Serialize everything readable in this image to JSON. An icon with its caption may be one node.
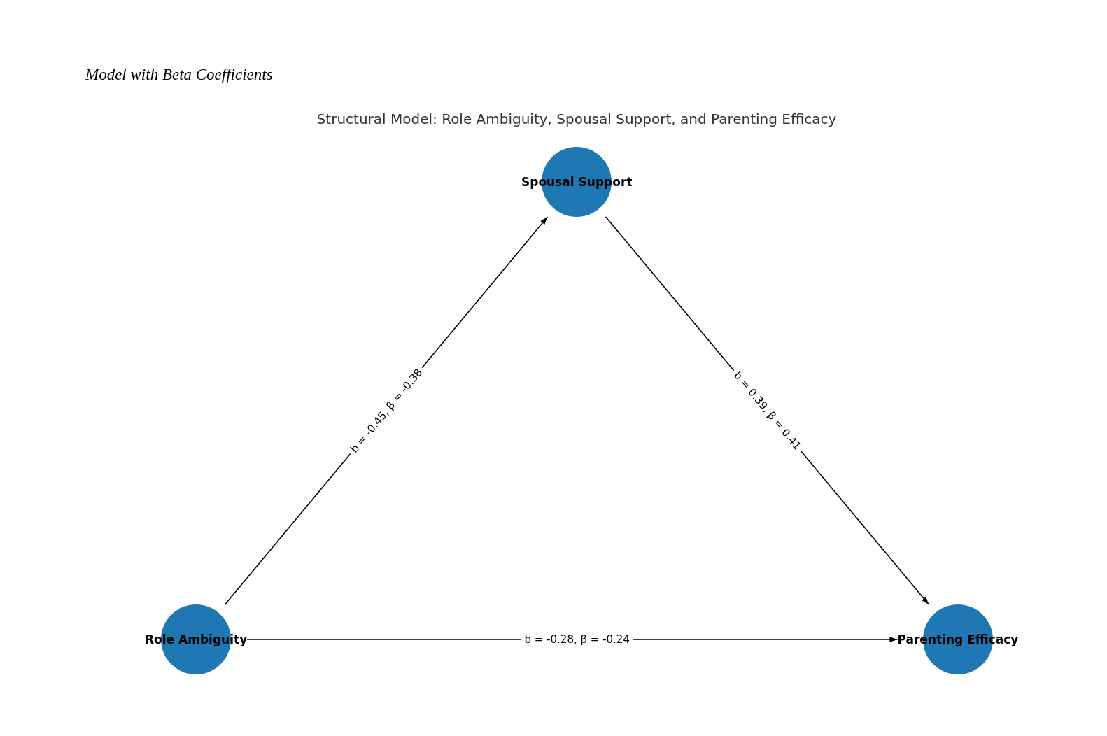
{
  "diagram": {
    "title": "Model with Beta Coefficients",
    "nodes": [
      {
        "text": [
          "Spousal Support"
        ]
      },
      {
        "text": [
          "Role Ambiguity"
        ]
      },
      {
        "text": [
          "Parenting Efficacy"
        ]
      }
    ],
    "edges": [
      {
        "from": 1,
        "to": 0,
        "arrow": "to",
        "label": "b = -0.45, β = -0.38"
      },
      {
        "from": 0,
        "to": 2,
        "arrow": "to",
        "label": "b = 0.39, β = 0.41"
      },
      {
        "from": 1,
        "to": 2,
        "arrow": "to",
        "label": "b = -0.28, β = -0.24"
      }
    ],
    "labels": [
      "Structural Model: Role Ambiguity, Spousal Support, and Parenting Efficacy"
    ]
  }
}
